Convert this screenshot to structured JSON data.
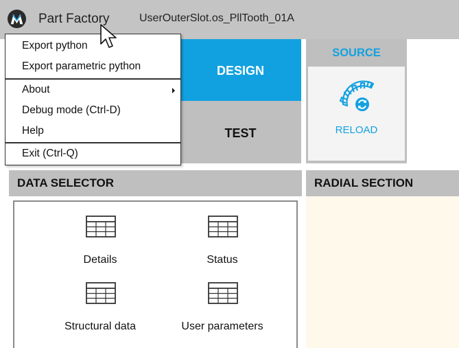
{
  "titlebar": {
    "app_name": "Part Factory",
    "file_title": "UserOuterSlot.os_PllTooth_01A"
  },
  "menu": {
    "items": [
      {
        "label": "Export python"
      },
      {
        "label": "Export parametric python"
      },
      {
        "label": "About",
        "has_submenu": true
      },
      {
        "label": "Debug mode (Ctrl-D)"
      },
      {
        "label": "Help"
      },
      {
        "label": "Exit (Ctrl-Q)"
      }
    ]
  },
  "tabs": {
    "design_label": "DESIGN",
    "test_label": "TEST"
  },
  "source": {
    "header": "SOURCE",
    "reload_label": "RELOAD"
  },
  "data_selector": {
    "header": "DATA SELECTOR",
    "items": [
      {
        "label": "Details",
        "icon": "table-icon"
      },
      {
        "label": "Status",
        "icon": "table-icon"
      },
      {
        "label": "Structural data",
        "icon": "table-icon"
      },
      {
        "label": "User parameters",
        "icon": "table-icon"
      }
    ]
  },
  "radial_section": {
    "header": "RADIAL SECTION"
  },
  "colors": {
    "accent": "#12a1e0",
    "panel_gray": "#bfbfbf",
    "titlebar_gray": "#c4c4c4",
    "canvas_bg": "#fff9ec"
  }
}
